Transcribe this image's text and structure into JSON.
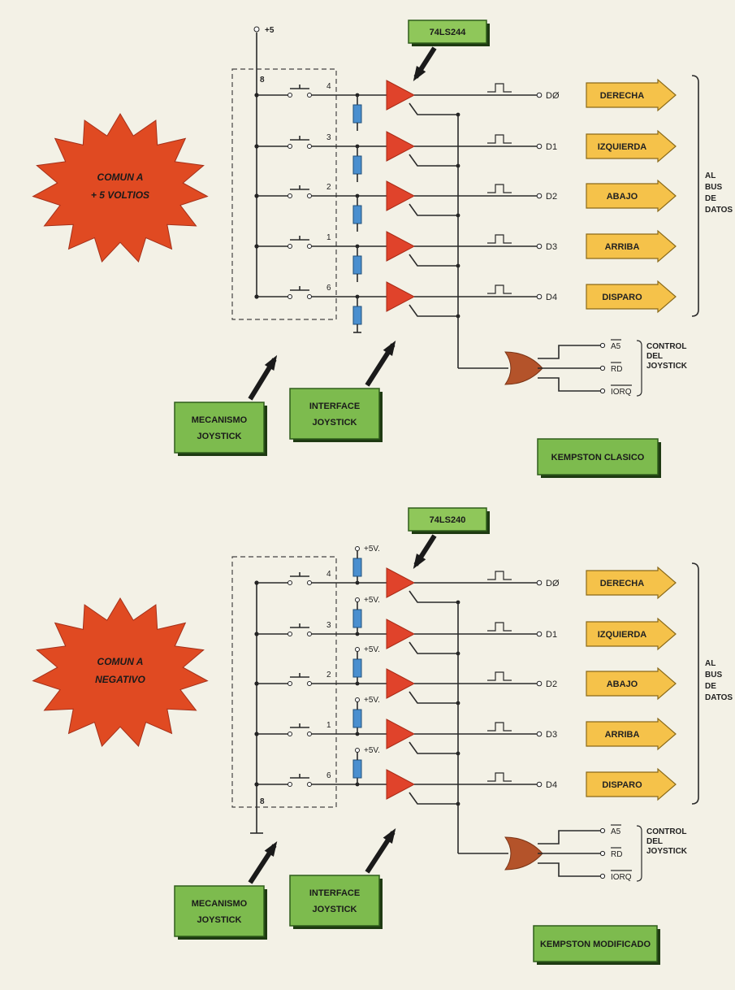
{
  "top": {
    "supply_label": "+5",
    "common_pin": "8",
    "chip": "74LS244",
    "star": [
      "COMUN A",
      "+ 5 VOLTIOS"
    ],
    "pins": [
      "4",
      "3",
      "2",
      "1",
      "6"
    ],
    "data_lines": [
      "DØ",
      "D1",
      "D2",
      "D3",
      "D4"
    ],
    "directions": [
      "DERECHA",
      "IZQUIERDA",
      "ABAJO",
      "ARRIBA",
      "DISPARO"
    ],
    "bus_label": [
      "AL",
      "BUS",
      "DE",
      "DATOS"
    ],
    "control_inputs": [
      "A5",
      "RD",
      "IORQ"
    ],
    "control_label": [
      "CONTROL",
      "DEL",
      "JOYSTICK"
    ],
    "mech_box": [
      "MECANISMO",
      "JOYSTICK"
    ],
    "iface_box": [
      "INTERFACE",
      "JOYSTICK"
    ],
    "title_box": "KEMPSTON CLASICO"
  },
  "bottom": {
    "common_pin": "8",
    "pullup_label": "+5V.",
    "chip": "74LS240",
    "star": [
      "COMUN A",
      "NEGATIVO"
    ],
    "pins": [
      "4",
      "3",
      "2",
      "1",
      "6"
    ],
    "data_lines": [
      "DØ",
      "D1",
      "D2",
      "D3",
      "D4"
    ],
    "directions": [
      "DERECHA",
      "IZQUIERDA",
      "ABAJO",
      "ARRIBA",
      "DISPARO"
    ],
    "bus_label": [
      "AL",
      "BUS",
      "DE",
      "DATOS"
    ],
    "control_inputs": [
      "A5",
      "RD",
      "IORQ"
    ],
    "control_label": [
      "CONTROL",
      "DEL",
      "JOYSTICK"
    ],
    "mech_box": [
      "MECANISMO",
      "JOYSTICK"
    ],
    "iface_box": [
      "INTERFACE",
      "JOYSTICK"
    ],
    "title_box": "KEMPSTON MODIFICADO"
  }
}
